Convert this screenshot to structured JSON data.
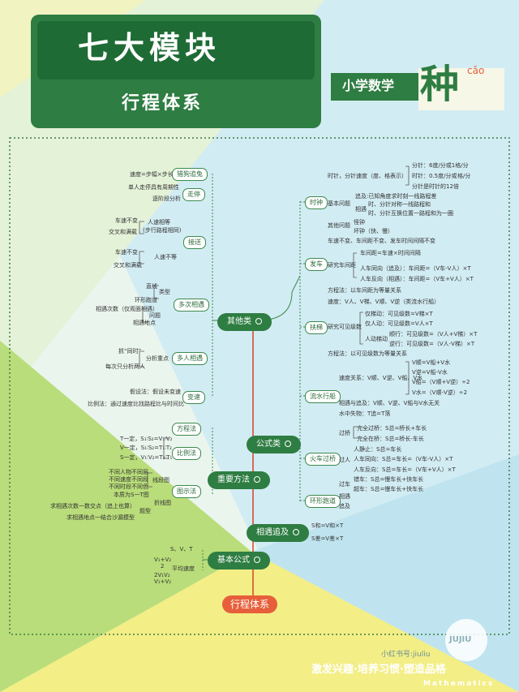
{
  "header": {
    "title": "七大模块",
    "subtitle": "行程体系",
    "subject": "小学数学",
    "logo_char": "种",
    "logo_pinyin": "cǎo"
  },
  "root": "行程体系",
  "main_branches": [
    "其他类",
    "公式类",
    "重要方法",
    "相遇追及",
    "基本公式"
  ],
  "left": {
    "r1": "速度=步幅×步长",
    "r1n": "猎狗追兔",
    "r2": "单人走停具有周期性",
    "r3": "逐阶段分析",
    "r23n": "走停",
    "r4": "车速不变",
    "r5": "交叉和满载",
    "r6": "人速相等",
    "r6b": "(步行路程相同)",
    "r7": "车速不变",
    "r8": "交叉和满载",
    "r9": "人速不等",
    "r49n": "接送",
    "r10": "直线",
    "r11": "环形跑道",
    "r12": "相遇次数（仅观面相遇）",
    "r13": "相遇地点",
    "r10n": "类型",
    "r12n": "问题",
    "r10m": "多次相遇",
    "r14": "抓“同时”",
    "r15": "每次只分析两人",
    "r14n": "分析重点",
    "r14m": "多人相遇",
    "r16": "假设法：假设未变速",
    "r17": "比例法：通过速度比找路程比与时间比",
    "r16n": "变速",
    "f1": "T一定，S₁∶S₂=V₁∶V₂",
    "f2": "V一定，S₁∶S₂=T₁∶T₂",
    "f3": "S一定，V₁∶V₂=T₂∶T₁",
    "fa": "方程法",
    "fb": "比例法",
    "g1": "不同人物不同层",
    "g2": "不同速度不同段",
    "g3": "不同时段不同色",
    "g4": "本质为S一T图",
    "g5": "求相遇次数一数交点（追上也算）",
    "g6": "求相遇地点一结合沙漏模型",
    "gl": "线段图",
    "gz": "折线图",
    "gt": "题型",
    "gd": "图示法",
    "b1": "S、V、T",
    "b2n": "平均速度",
    "b2a": "V₁+V₂",
    "b2b": "2",
    "b2c": "2V₁V₂",
    "b2d": "V₁+V₂"
  },
  "right": {
    "clock": "时钟",
    "c1": "时针，分针速度（度、格表示）",
    "c1a": "分针：6度/分或1格/分",
    "c1b": "时针：0.5度/分或",
    "c1b2": "格/分",
    "c1c": "分针是时针的12倍",
    "c2": "基本问题",
    "c2a": "追及:已知角度求时刻一线路程差",
    "c2b": "时、分针对称一线路程和",
    "c2c": "相遇",
    "c2d": "时、分针互换位置一路程和为一圈",
    "c3": "其他问题",
    "c3a": "怪钟",
    "c3b": "坏钟（快、慢）",
    "bus": "发车",
    "s1": "车速不变、车间距不变、发车时间间隔不变",
    "s2": "研究车间距",
    "s2a": "车间距=车速×时间间隔",
    "s2b": "人车同向（追及）：车间距=（V车-V人）×T",
    "s2c": "人车反向（相遇）：车间距=（V车+V人）×T",
    "s3": "方程法：以车间距为等量关系",
    "esc": "扶梯",
    "e1": "速度：V人、V梯、V顺、V逆（类流水行船）",
    "e2": "研究可见级数",
    "e2a": "仅梯动：可见级数=V梯×T",
    "e2b": "仅人动：可见级数=V人×T",
    "e2c": "人动梯动",
    "e2d": "顺行：可见级数=（V人+V梯）×T",
    "e2e": "逆行：可见级数=（V人-V梯）×T",
    "e3": "方程法：以可见级数为等量关系",
    "flow": "流水行船",
    "w1": "速度关系：V顺、V逆、V船、V水",
    "w1a": "V顺=V船+V水",
    "w1b": "V逆=V船-V水",
    "w1c": "V船=（V顺+V逆）÷2",
    "w1d": "V水=（V顺-V逆）÷2",
    "w2": "相遇与追及：V顺、V逆、V船与V水无关",
    "w3": "水中失物：T追=T落",
    "train": "火车过桥",
    "t1": "过桥",
    "t1a": "完全过桥：S总=桥长+车长",
    "t1b": "完全在桥：S总=桥长-车长",
    "t2": "过人",
    "t2a": "人静止：S总=车长",
    "t2b": "人车同向：S总=车长=（V车-V人）×T",
    "t2c": "人车反向：S总=车长=（V车+V人）×T",
    "t3": "过车",
    "t3a": "错车：S总=慢车长+快车长",
    "t3b": "超车：S总=慢车长+快车长",
    "ring": "环形跑道",
    "k1": "相遇",
    "k2": "追及",
    "meet_f": "S和=V和×T",
    "chase_f": "S差=V差×T"
  },
  "footer": {
    "watermark": "激发兴趣·培养习惯·塑造品格",
    "credit": "小红书号:jiuliu",
    "subject_en": "Mathematics",
    "badge": "JUJIU"
  },
  "colors": {
    "green": "#2e7d42",
    "green_light": "#3b8a4d",
    "red": "#e65f3a",
    "yellow": "#f4f18a",
    "blue": "#cfe8f3"
  }
}
